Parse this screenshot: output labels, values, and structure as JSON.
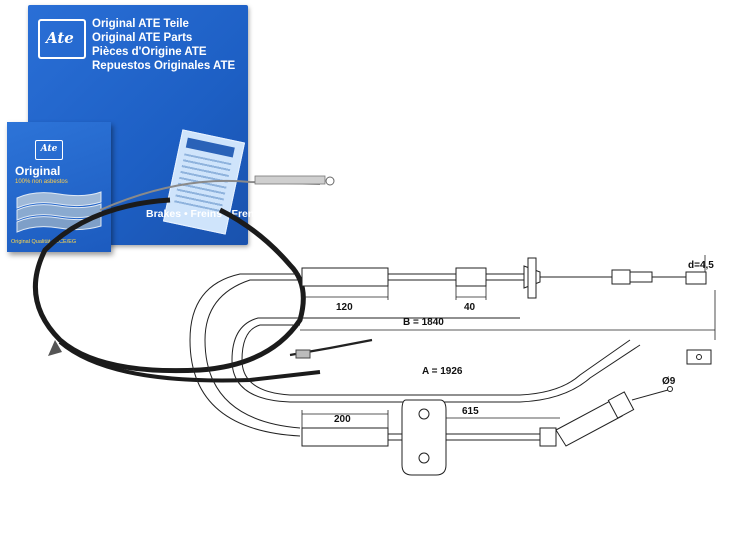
{
  "box_large": {
    "logo_text": "Ate",
    "lines": [
      "Original ATE Teile",
      "Original ATE Parts",
      "Pièces d'Origine ATE",
      "Repuestos Originales ATE"
    ],
    "footer": "Brakes • Freins • Frenos"
  },
  "box_small": {
    "logo_text": "Ate",
    "title": "Original",
    "subtitle": "100% non asbestos",
    "quality": "Original Qualität • ECE/EG"
  },
  "drawing": {
    "dims": {
      "d120": "120",
      "d40": "40",
      "b": "B = 1840",
      "a": "A = 1926",
      "d200": "200",
      "d615": "615",
      "d45": "d=4,5",
      "o9": "Ø9"
    }
  },
  "colors": {
    "box_blue": "#1d5fc4",
    "cable_black": "#1b1b1b"
  }
}
